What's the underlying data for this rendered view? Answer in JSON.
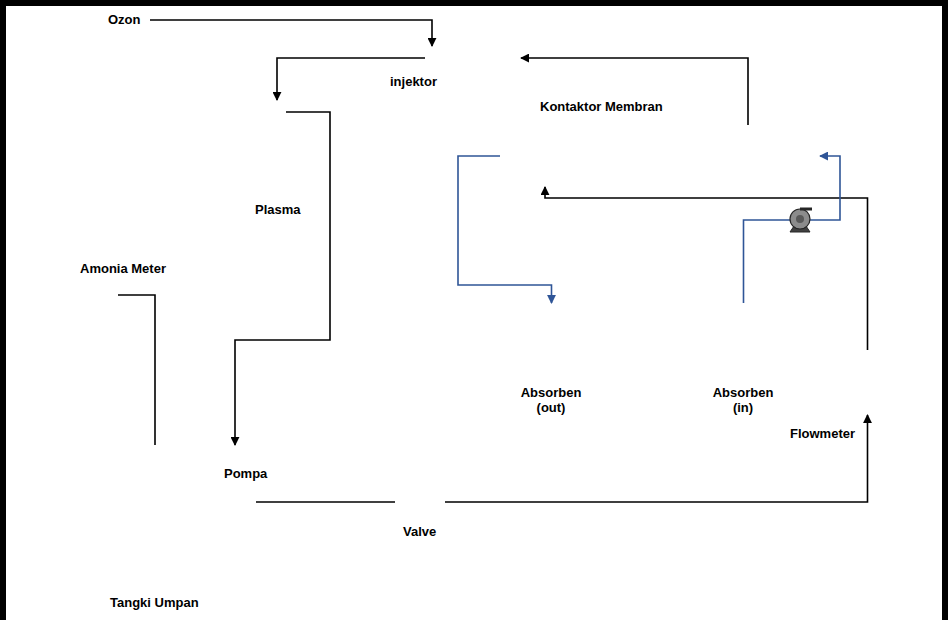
{
  "diagram": {
    "nodes": [
      {
        "text": [
          "injektor"
        ]
      },
      {
        "text": [
          "Kontaktor Membran"
        ]
      },
      {
        "text": [
          "Plasma"
        ]
      },
      {
        "text": [
          "Amonia Meter"
        ]
      },
      {
        "text": [
          "Absorben (out)"
        ]
      },
      {
        "text": [
          "Absorben (in)"
        ]
      },
      {
        "text": [
          "Flowmeter"
        ]
      },
      {
        "text": [
          "Tangki Umpan"
        ]
      },
      {
        "text": [
          "Pompa"
        ],
        "in": 7
      },
      {
        "text": [
          "Valve"
        ]
      }
    ],
    "edges": [
      {
        "from": 8,
        "to": 9,
        "arrow": "none"
      },
      {
        "from": 9,
        "to": 6,
        "arrow": "to"
      },
      {
        "from": 6,
        "to": 1,
        "arrow": "to"
      },
      {
        "from": 1,
        "to": 0,
        "arrow": "to"
      },
      {
        "from": 0,
        "to": 2,
        "arrow": "to"
      },
      {
        "from": 2,
        "to": 7,
        "arrow": "to"
      },
      {
        "from": 5,
        "to": 1,
        "arrow": "to"
      },
      {
        "from": 1,
        "to": 4,
        "arrow": "to"
      },
      {
        "from": 3,
        "to": 7,
        "arrow": "none"
      }
    ],
    "labels": [
      "Ozon"
    ]
  }
}
